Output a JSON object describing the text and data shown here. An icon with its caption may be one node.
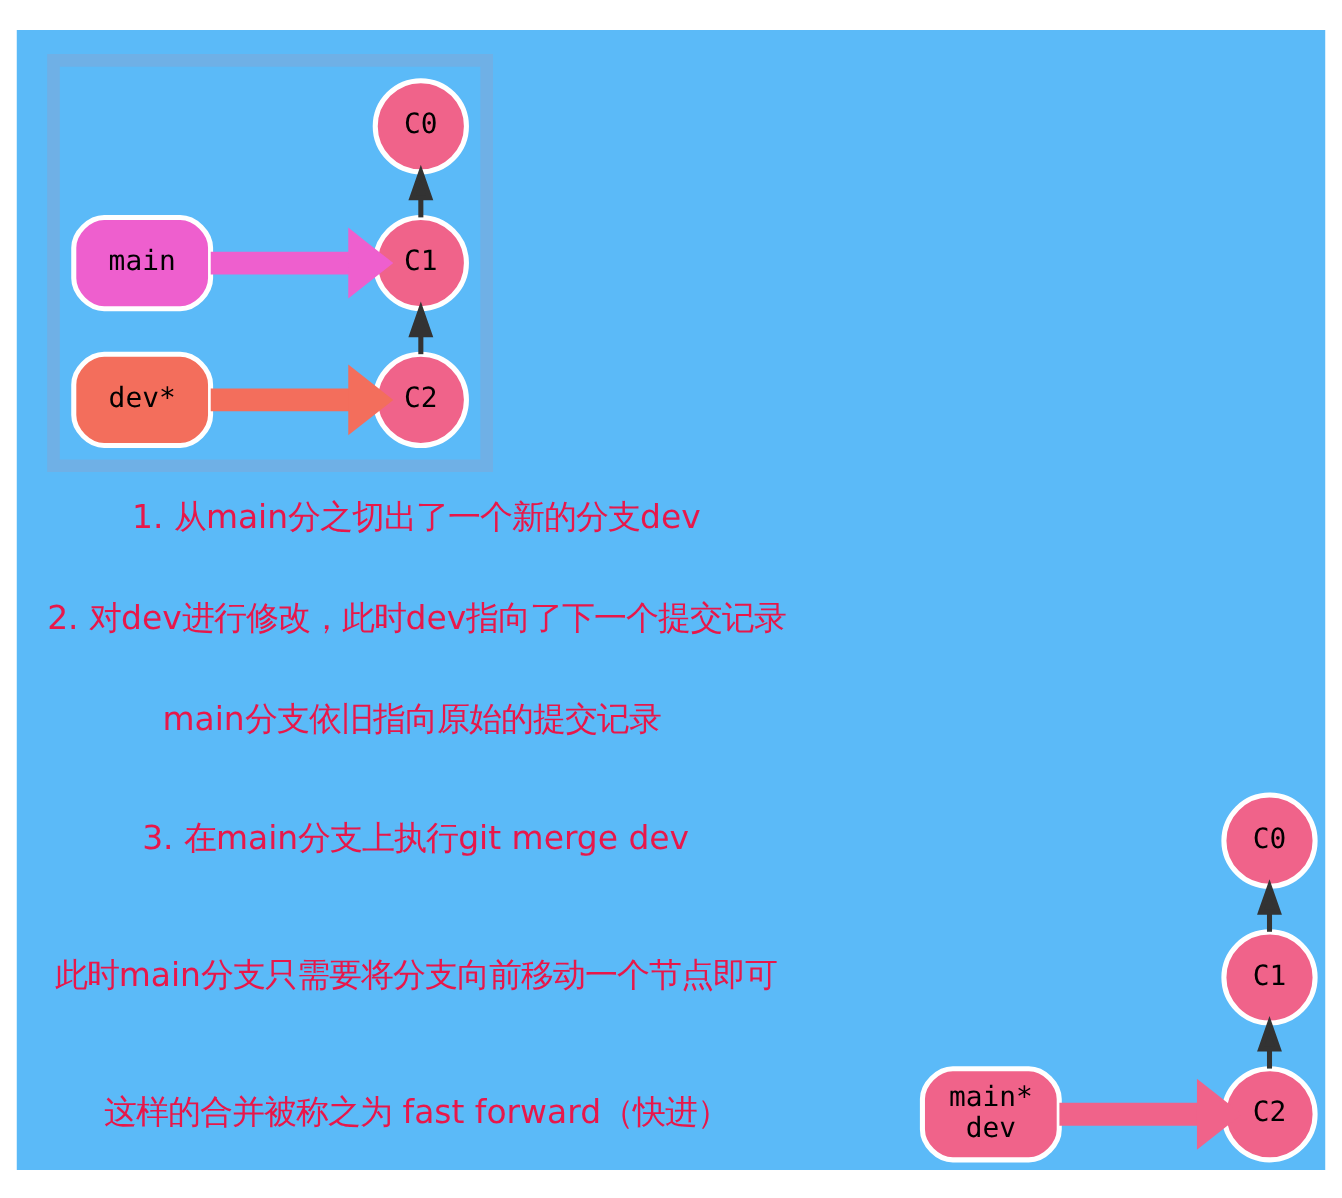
{
  "diagram": {
    "nodes": [
      {
        "text": [],
        "shape": "box"
      },
      {
        "text": [
          "C0"
        ],
        "in": 0
      },
      {
        "text": [
          "main"
        ],
        "in": 0
      },
      {
        "text": [
          "C1"
        ],
        "in": 0
      },
      {
        "text": [
          "dev*"
        ],
        "in": 0
      },
      {
        "text": [
          "C2"
        ],
        "in": 0
      },
      {
        "text": [
          "C0"
        ]
      },
      {
        "text": [
          "C1"
        ]
      },
      {
        "text": [
          "main*",
          "dev"
        ]
      },
      {
        "text": [
          "C2"
        ]
      }
    ],
    "edges": [
      {
        "from": 5,
        "to": 3,
        "arrow": "to"
      },
      {
        "from": 3,
        "to": 1,
        "arrow": "to"
      },
      {
        "from": 2,
        "to": 3,
        "arrow": "to",
        "style": "thick",
        "color": "#ee5fce"
      },
      {
        "from": 4,
        "to": 5,
        "arrow": "to",
        "style": "thick",
        "color": "#f36e5c"
      },
      {
        "from": 9,
        "to": 7,
        "arrow": "to"
      },
      {
        "from": 7,
        "to": 6,
        "arrow": "to"
      },
      {
        "from": 8,
        "to": 9,
        "arrow": "to",
        "style": "thick",
        "color": "#f0638a"
      }
    ],
    "labels": [
      "1. 从main分之切出了一个新的分支dev",
      "2. 对dev进行修改，此时dev指向了下一个提交记录",
      " main分支依旧指向原始的提交记录",
      "3. 在main分支上执行git merge dev",
      "此时main分支只需要将分支向前移动一个节点即可",
      "这样的合并被称之为 fast forward（快进）"
    ]
  }
}
